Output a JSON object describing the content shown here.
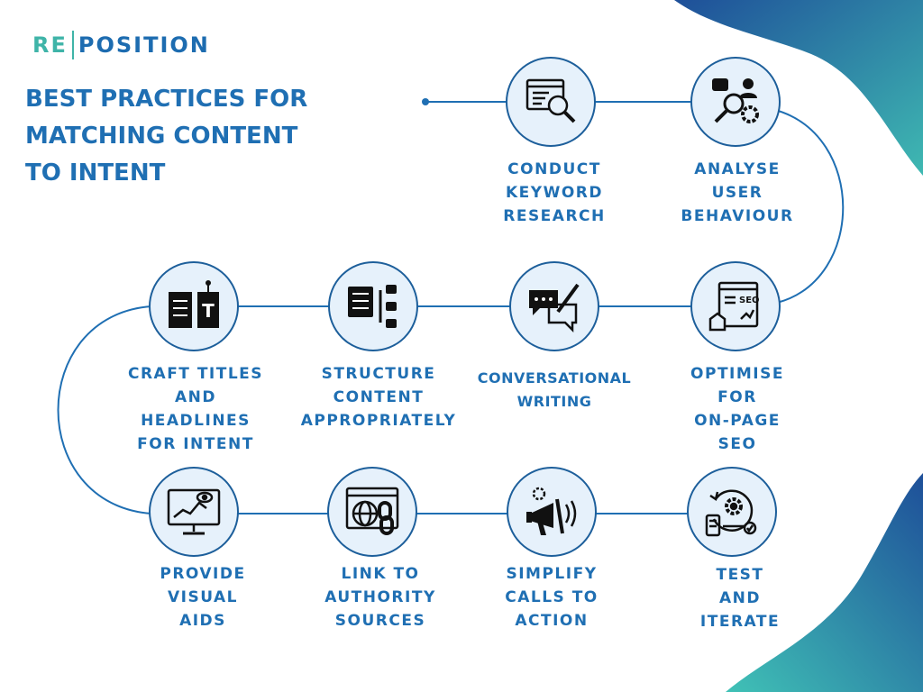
{
  "brand": {
    "left": "RE",
    "right": "POSITION"
  },
  "title": "BEST PRACTICES FOR\nMATCHING CONTENT\nTO INTENT",
  "colors": {
    "accent": "#1f6fb3",
    "teal": "#3fb4a8",
    "navy": "#1d5f9b",
    "node_fill": "#e6f1fb"
  },
  "steps": [
    {
      "label": "CONDUCT\nKEYWORD\nRESEARCH",
      "icon": "keyword-research-icon"
    },
    {
      "label": "ANALYSE\nUSER\nBEHAVIOUR",
      "icon": "user-behaviour-icon"
    },
    {
      "label": "OPTIMISE\nFOR\nON-PAGE\nSEO",
      "icon": "seo-page-icon"
    },
    {
      "label": "CONVERSATIONAL\nWRITING",
      "icon": "chat-writing-icon"
    },
    {
      "label": "STRUCTURE\nCONTENT\nAPPROPRIATELY",
      "icon": "structure-icon"
    },
    {
      "label": "CRAFT TITLES\nAND\nHEADLINES\nFOR INTENT",
      "icon": "titles-icon"
    },
    {
      "label": "PROVIDE\nVISUAL\nAIDS",
      "icon": "monitor-eye-icon"
    },
    {
      "label": "LINK TO\nAUTHORITY\nSOURCES",
      "icon": "globe-link-icon"
    },
    {
      "label": "SIMPLIFY\nCALLS TO\nACTION",
      "icon": "megaphone-icon"
    },
    {
      "label": "TEST\nAND\nITERATE",
      "icon": "test-iterate-icon"
    }
  ]
}
